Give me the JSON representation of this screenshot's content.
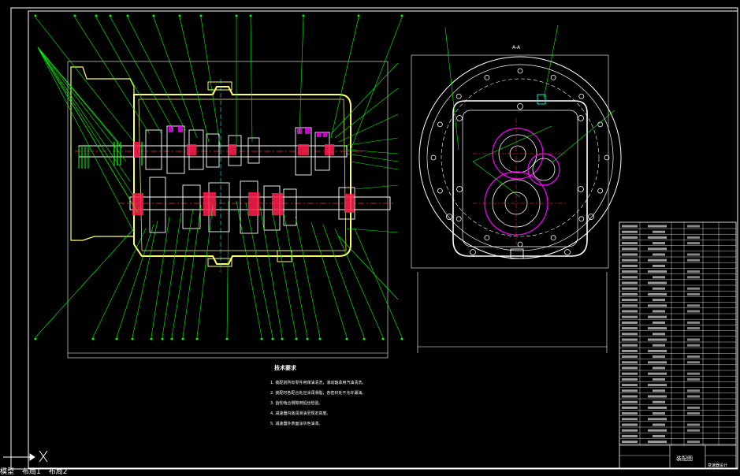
{
  "drawing": {
    "section_label": "A-A",
    "notes_title": "技术要求",
    "notes": [
      "1. 装配前所有零件用煤油清洗，滚动轴承用汽油清洗。",
      "2. 装配时各配合处应涂润滑脂，各密封处不允许漏油。",
      "3. 齿轮啮合侧隙用铅丝检验。",
      "4. 减速器内装润滑油至规定高度。",
      "5. 减速器外表面涂灰色油漆。"
    ],
    "title_block": {
      "drawing_name": "装配图",
      "school": "变速器设计"
    }
  },
  "ui": {
    "tabs": [
      "模型",
      "布局1",
      "布局2"
    ],
    "ucs_icon": "ucs-icon"
  },
  "colors": {
    "background": "#000000",
    "outline": "#ffffff",
    "housing": "#ffff66",
    "leader": "#00ff00",
    "gear": "#ff00ff",
    "bearing": "#ff3030",
    "center": "#00ffff"
  }
}
